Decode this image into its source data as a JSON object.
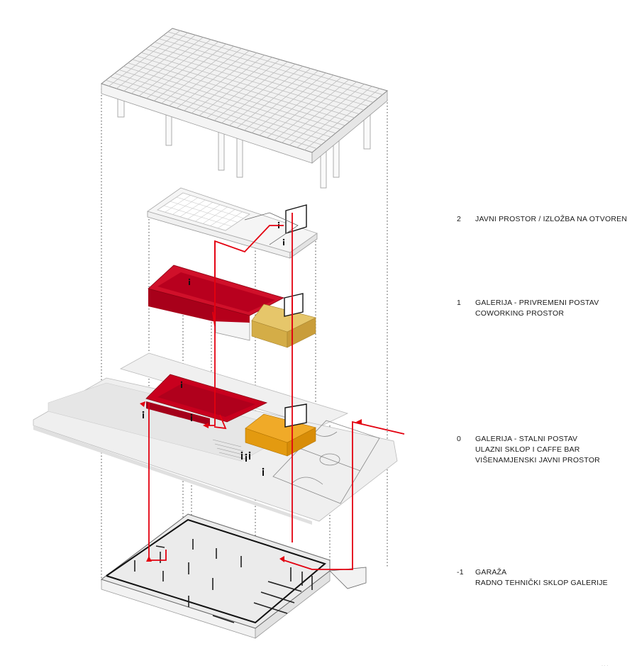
{
  "levels": [
    {
      "number": "2",
      "lines": [
        "JAVNI PROSTOR / IZLOŽBA NA OTVORENOME"
      ]
    },
    {
      "number": "1",
      "lines": [
        "GALERIJA - PRIVREMENI POSTAV",
        "COWORKING PROSTOR"
      ]
    },
    {
      "number": "0",
      "lines": [
        "GALERIJA - STALNI POSTAV",
        "ULAZNI SKLOP I CAFFE BAR",
        "VIŠENAMJENSKI JAVNI PROSTOR"
      ]
    },
    {
      "number": "-1",
      "lines": [
        "GARAŽA",
        "RADNO TEHNIČKI SKLOP GALERIJE"
      ]
    }
  ],
  "colors": {
    "circulation_red": "#e3000f",
    "gallery_red": "#c8001e",
    "coworking_gold": "#d9b650",
    "cafe_orange": "#e8a21a",
    "slab_grey": "#ececec",
    "roof_grid": "#cfcfcf"
  }
}
